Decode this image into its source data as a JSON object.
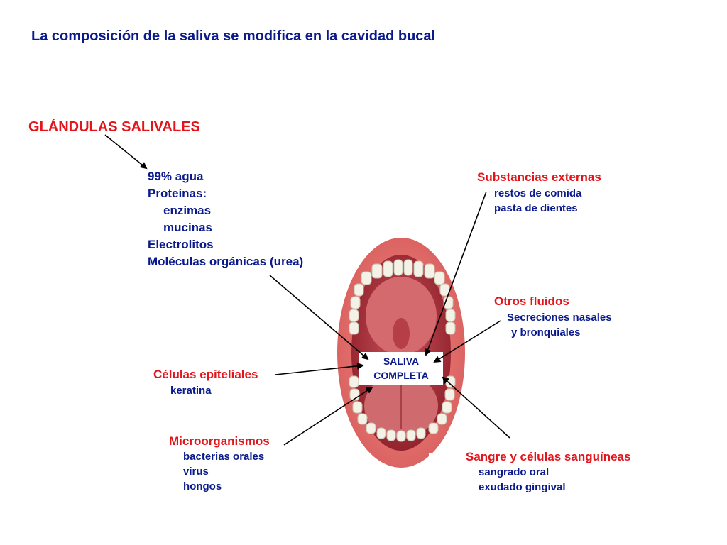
{
  "title": "La composición de la saliva se modifica en la cavidad bucal",
  "glandulas": {
    "heading": "GLÁNDULAS SALIVALES",
    "items": [
      "99% agua",
      "Proteínas:",
      "enzimas",
      "mucinas",
      "Electrolitos",
      "Moléculas orgánicas (urea)"
    ]
  },
  "substancias": {
    "label": "Substancias externas",
    "items": [
      "restos de comida",
      "pasta de dientes"
    ]
  },
  "otros": {
    "label": "Otros fluidos",
    "items": [
      "Secreciones nasales",
      "y bronquiales"
    ]
  },
  "celulas": {
    "label": "Células epiteliales",
    "items": [
      "keratina"
    ]
  },
  "micro": {
    "label": "Microorganismos",
    "items": [
      "bacterias orales",
      "virus",
      "hongos"
    ]
  },
  "sangre": {
    "label": "Sangre y células sanguíneas",
    "items": [
      "sangrado oral",
      "exudado gingival"
    ]
  },
  "saliva": {
    "line1": "SALIVA",
    "line2": "COMPLETA"
  },
  "colors": {
    "label_red": "#e4141b",
    "text_blue": "#0a1a8c",
    "lip": "#d9605f",
    "mouth_interior": "#b8343a",
    "tongue": "#cf6a6e",
    "teeth": "#f4f1e6"
  }
}
